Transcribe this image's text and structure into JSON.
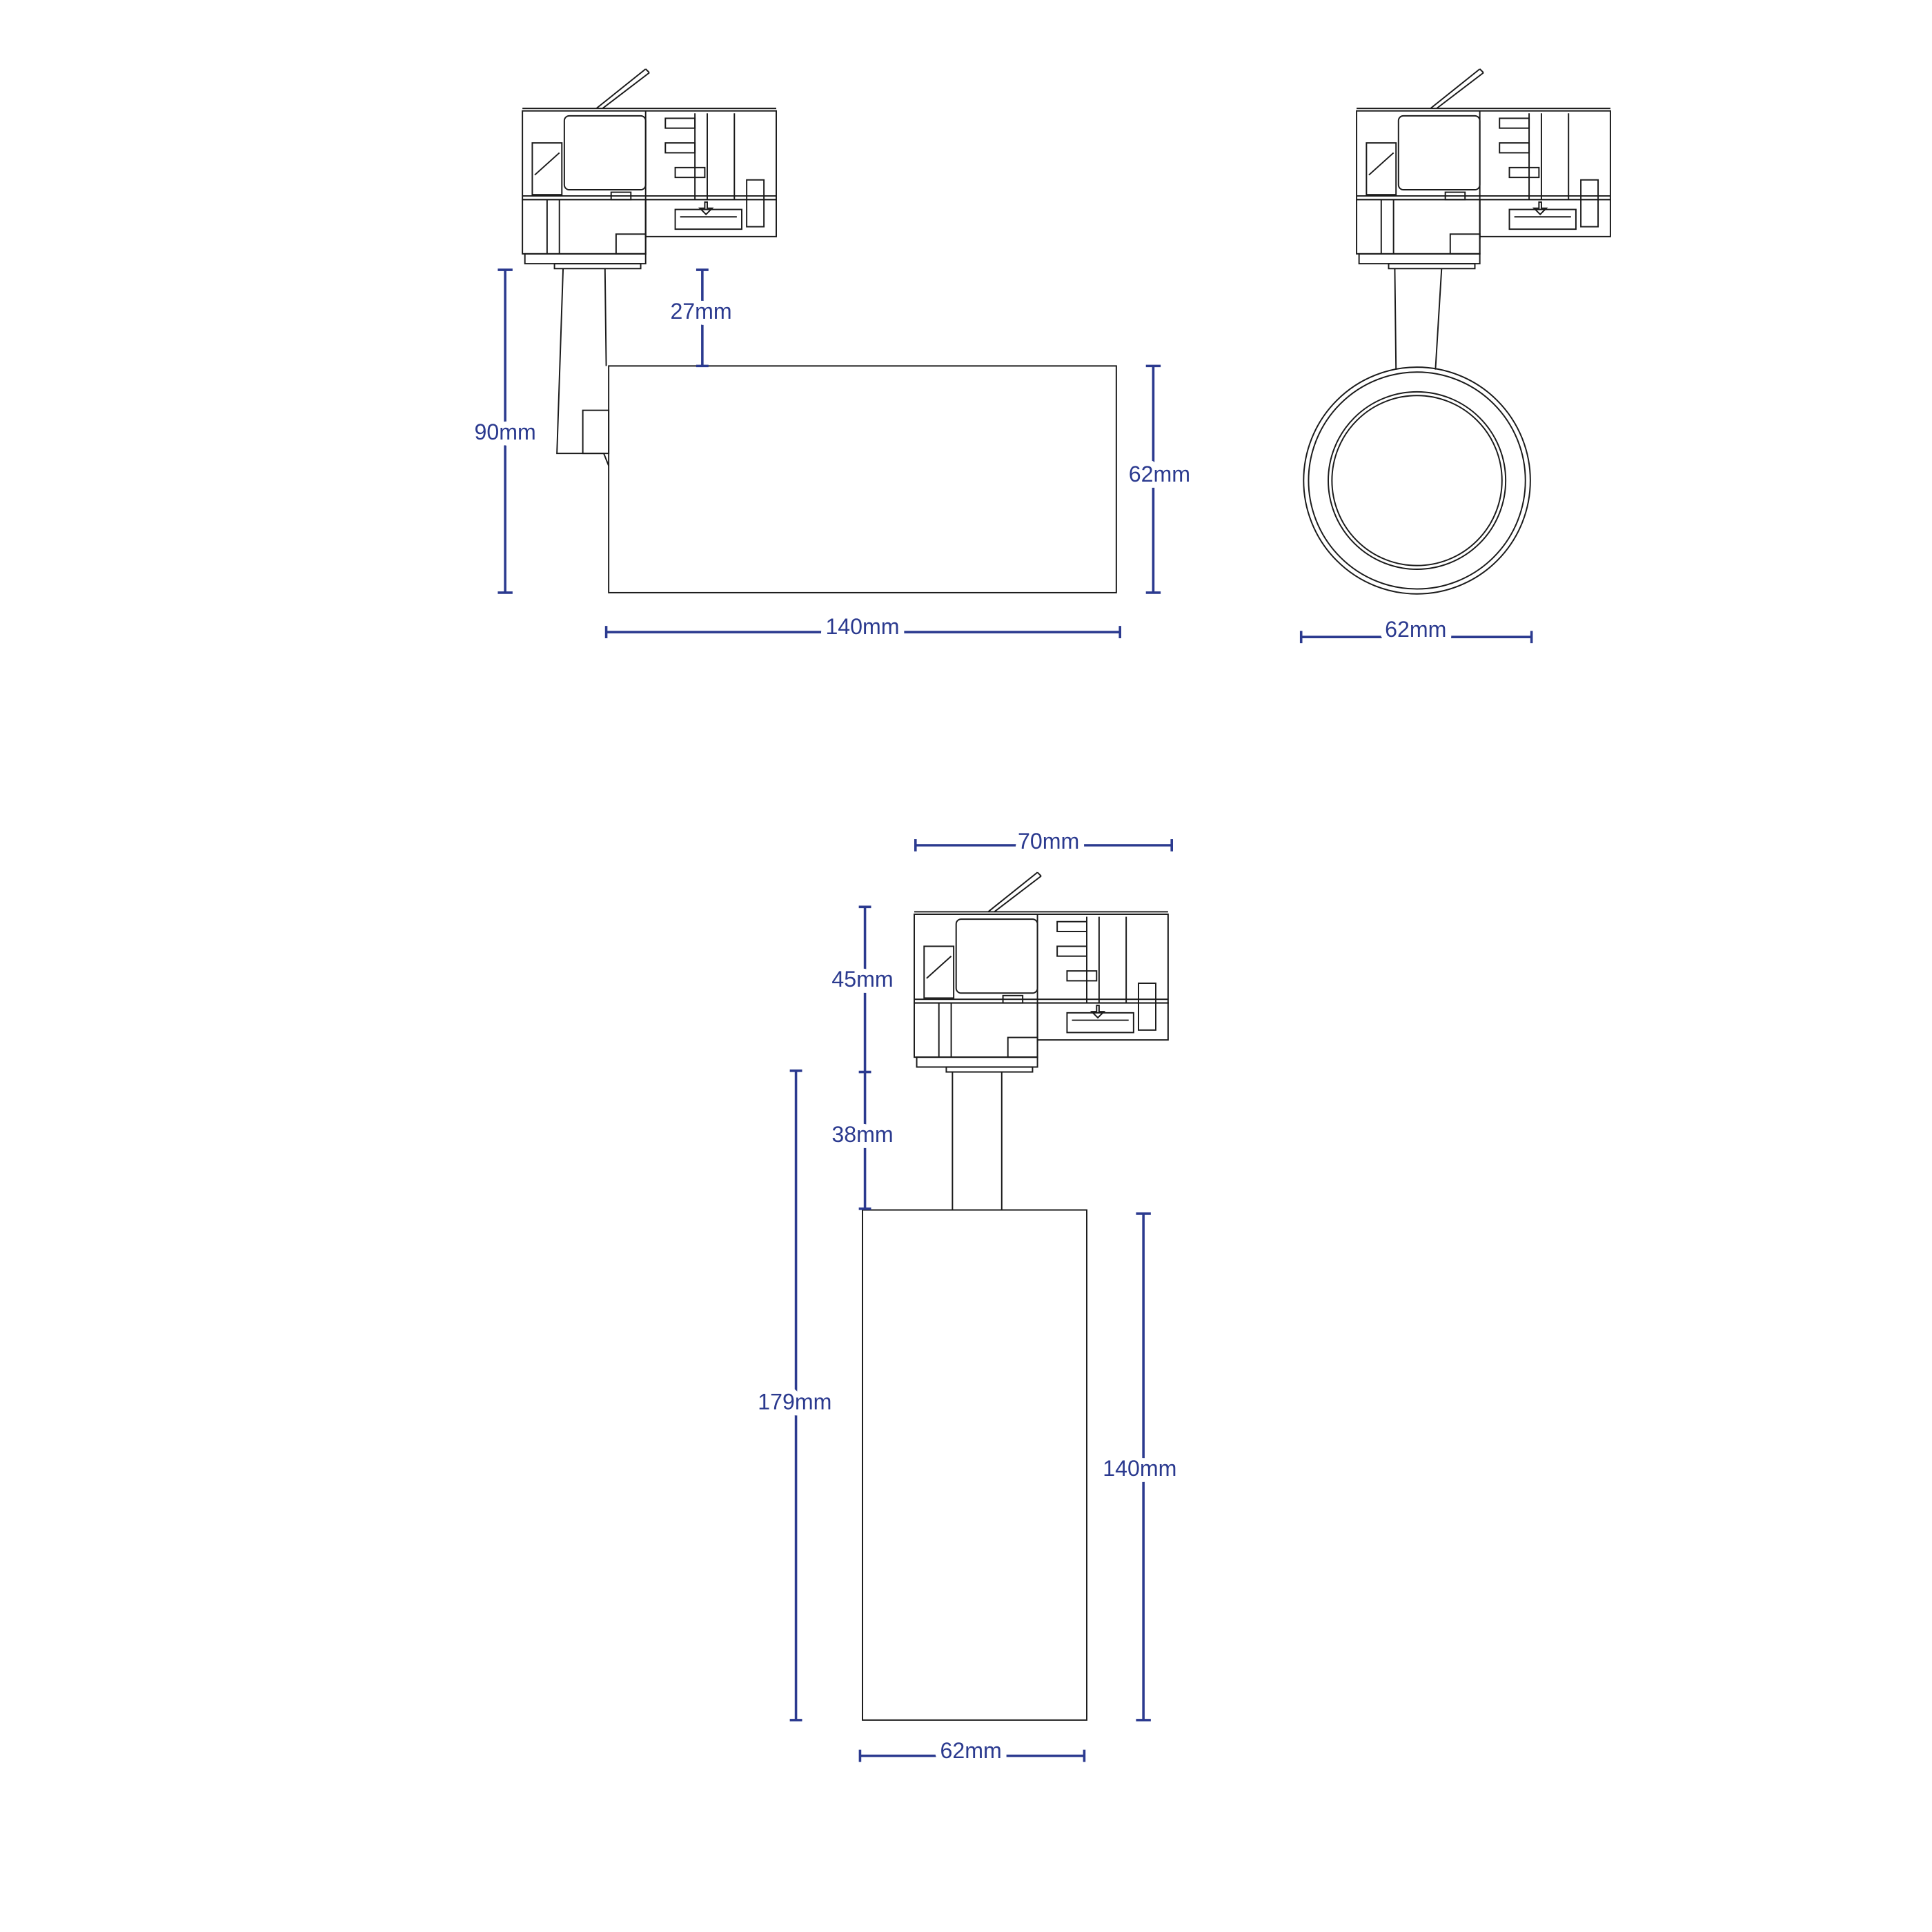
{
  "side_view": {
    "height_label": "90mm",
    "stem_label": "27mm",
    "body_height_label": "62mm",
    "body_length_label": "140mm"
  },
  "front_view": {
    "diameter_label": "62mm"
  },
  "bottom_view": {
    "adapter_width_label": "70mm",
    "adapter_height_label": "45mm",
    "stem_label": "38mm",
    "total_height_label": "179mm",
    "body_length_label": "140mm",
    "body_width_label": "62mm"
  },
  "colors": {
    "dimension": "#2b3a8f",
    "outline": "#1a1a1a"
  }
}
